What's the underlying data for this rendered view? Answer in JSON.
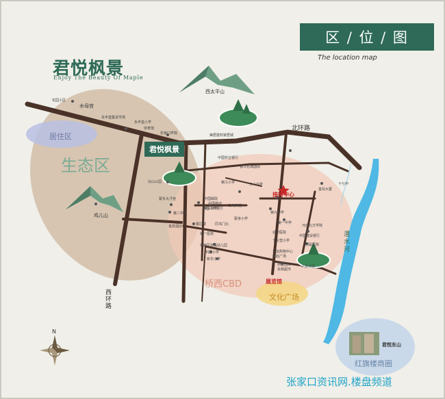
{
  "title": "区 / 位 / 图",
  "subtitle": "The location map",
  "brand": {
    "name": "君悦枫景",
    "tagline": "Enjoy The Beauty Of Maple"
  },
  "project_label": "君悦枫景",
  "zones": {
    "ecology": "生态区",
    "residential": "居住区",
    "cbd": "桥西CBD",
    "culture": "文化广场",
    "shopping": "红旗楼商圈"
  },
  "roads": {
    "north_ring": "北环路",
    "west_ring": "西环路",
    "river": "澧水河"
  },
  "mountains": {
    "xitaiping": "西太平山",
    "jier": "鸡儿山"
  },
  "places": {
    "huayuan": "花园小区",
    "shuimugong": "水母宫",
    "yongfeng_market": "永丰堡集贸市场",
    "yongfeng_school": "永丰堡小学",
    "sports": "体育馆",
    "college": "张家口学院",
    "building_materials": "美居建材家居城",
    "baishan_park": "白山公园",
    "mengdong": "蒙东大汗宫",
    "second_middle": "第二中学",
    "jinding": "金鼎酒店",
    "third_middle": "第三中学",
    "agri_bank": "中国农业银行",
    "xiangjiang": "香江名城国际",
    "post": "中国邮政",
    "mobile": "中国移动",
    "icbc": "中国工商银行",
    "ganjiang": "赣江小学",
    "twentieth_middle": "二十中学",
    "reception": "接待中心",
    "sanyuan": "三元宾馆",
    "mengqin": "蒙亲小学",
    "ninth_middle": "第九中学",
    "first_middle": "第一中学",
    "hebei_north": "河北北方学院",
    "xiangyuan": "香园楼",
    "first_hospital": "第一医院",
    "tongshu": "同书门北",
    "yingfu": "迎府医院",
    "construction_bank": "中国建设银行",
    "xiadong": "下东营小学",
    "fujia": "附属医院",
    "qiaoxi_kindergarten": "桥西区双语幼儿园",
    "lixin": "利民小学",
    "xinhua": "新华小学",
    "huayuanjie": "华远购物中心",
    "liangmai": "燕赵广场",
    "shangdu": "尚都国际",
    "yongfeng_hotel": "永辉超市",
    "people_park": "人民公园",
    "exhibition": "展览馆",
    "seventeenth_middle": "十七中",
    "jinfeng": "金凤大厦",
    "junyue_east": "君悦东山"
  },
  "watermark": "张家口资讯网.楼盘频道",
  "colors": {
    "brand_green": "#2e6a57",
    "road": "#4a3228",
    "ecology_zone": "#c9ad93",
    "cbd_zone": "#f1c9b6",
    "river": "#4fb8e4",
    "accent_red": "#c82828"
  },
  "icons": [
    "mountain-icon",
    "park-tree-icon",
    "star-icon",
    "compass-rose-icon",
    "poi-dot-icon",
    "school-icon"
  ]
}
